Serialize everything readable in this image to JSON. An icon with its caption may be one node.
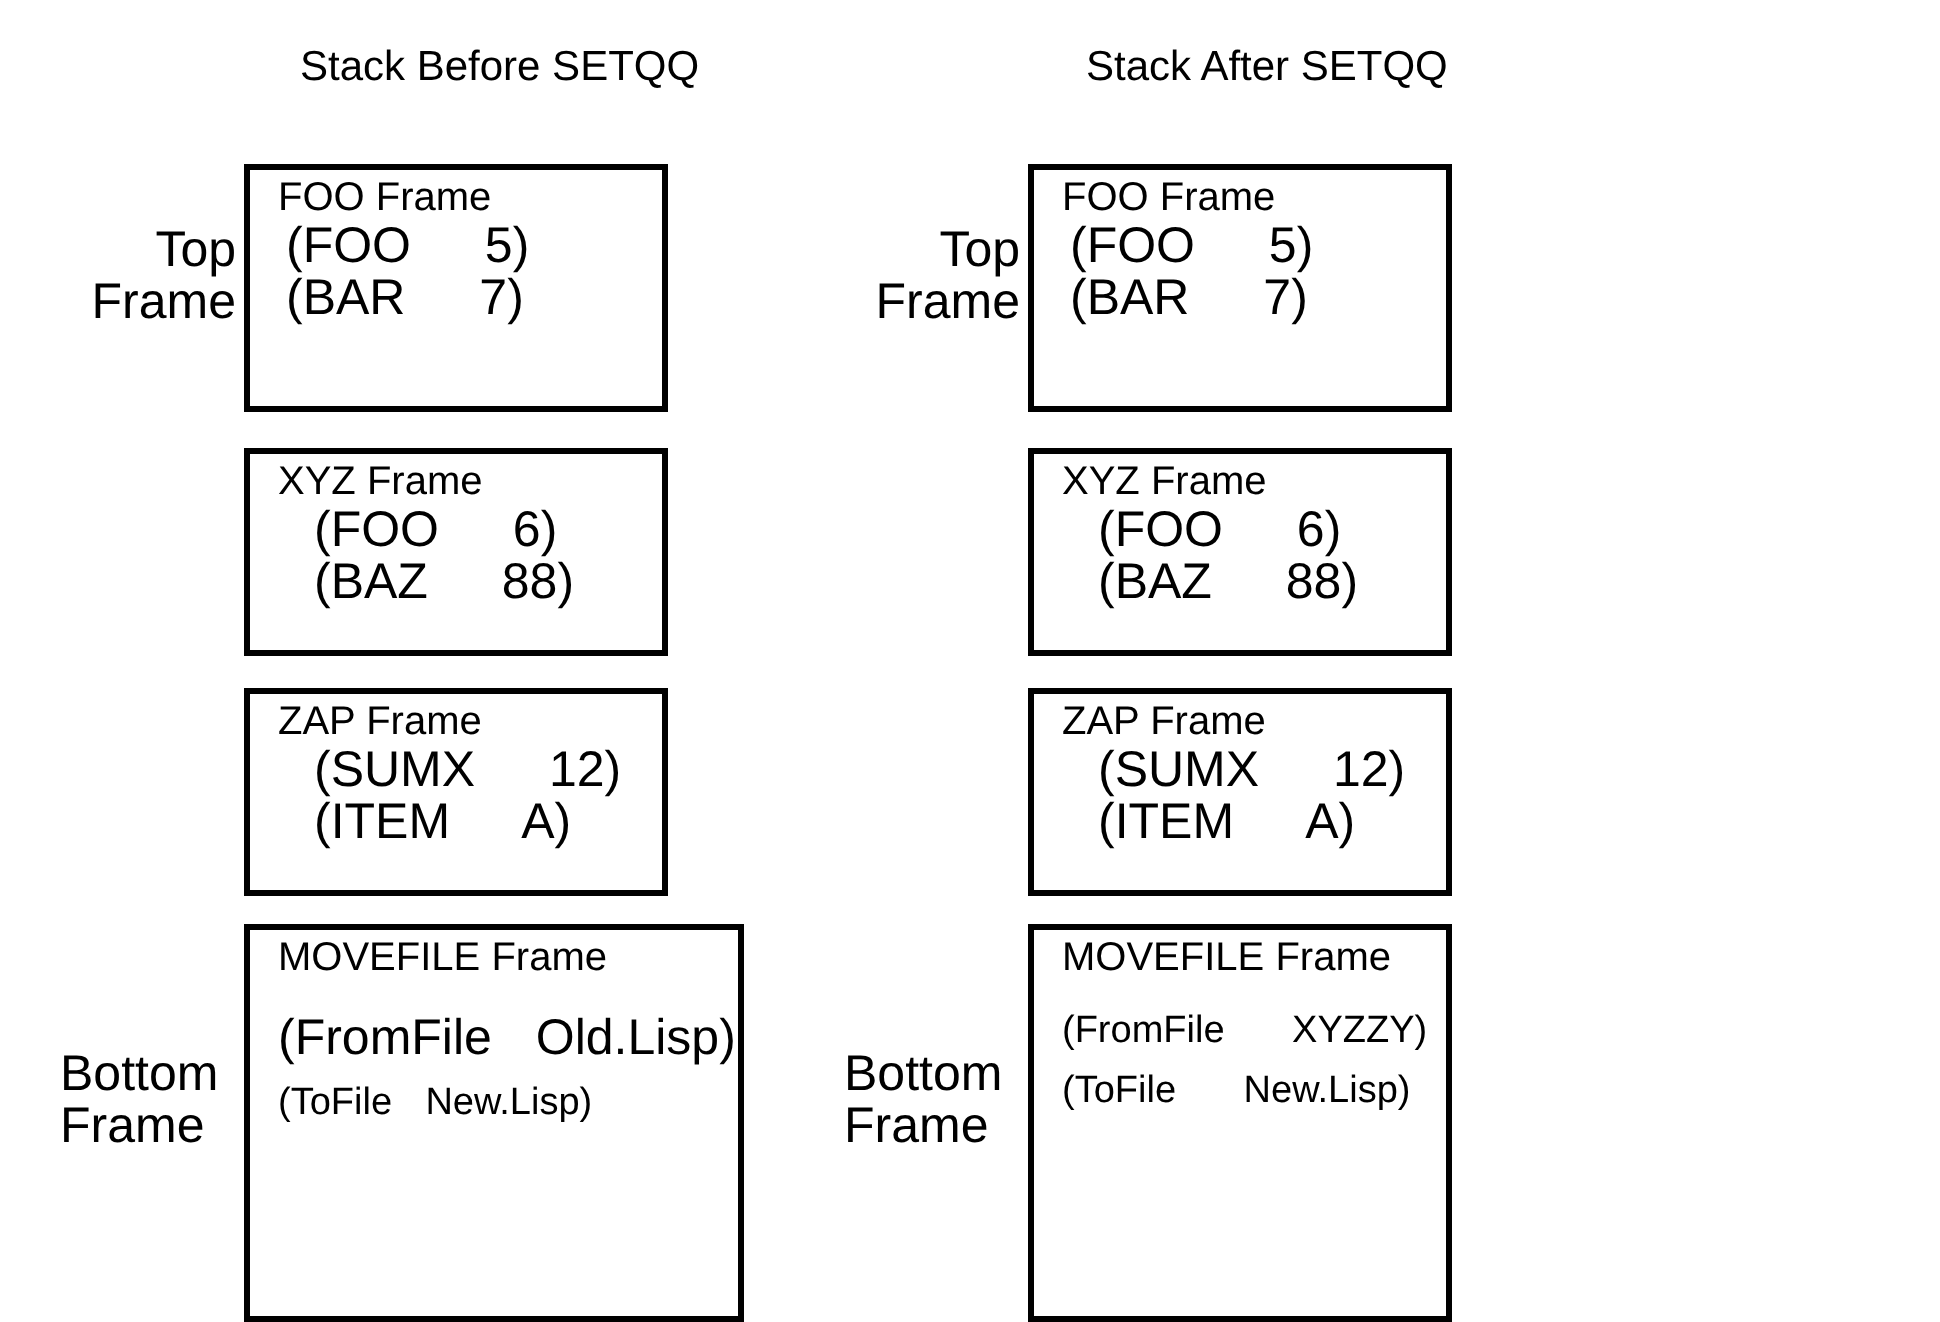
{
  "diagram": {
    "nodes": [
      {
        "text": [
          "FOO Frame",
          "(FOO 5)",
          "(BAR 7)"
        ],
        "beside": [
          "Top Frame"
        ]
      },
      {
        "text": [
          "XYZ Frame",
          "(FOO 6)",
          "(BAZ 88)"
        ]
      },
      {
        "text": [
          "ZAP Frame",
          "(SUMX 12)",
          "(ITEM A)"
        ]
      },
      {
        "text": [
          "MOVEFILE Frame",
          "(FromFile Old.Lisp)",
          "(ToFile New.Lisp)"
        ],
        "beside": [
          "Bottom Frame"
        ]
      },
      {
        "text": [
          "FOO Frame",
          "(FOO 5)",
          "(BAR 7)"
        ],
        "beside": [
          "Top Frame"
        ]
      },
      {
        "text": [
          "XYZ Frame",
          "(FOO 6)",
          "(BAZ 88)"
        ]
      },
      {
        "text": [
          "ZAP Frame",
          "(SUMX 12)",
          "(ITEM A)"
        ]
      },
      {
        "text": [
          "MOVEFILE Frame",
          "(FromFile XYZZY)",
          "(ToFile New.Lisp)"
        ],
        "beside": [
          "Bottom Frame"
        ]
      }
    ],
    "labels": [
      "Stack Before SETQQ",
      "Stack After SETQQ"
    ]
  }
}
